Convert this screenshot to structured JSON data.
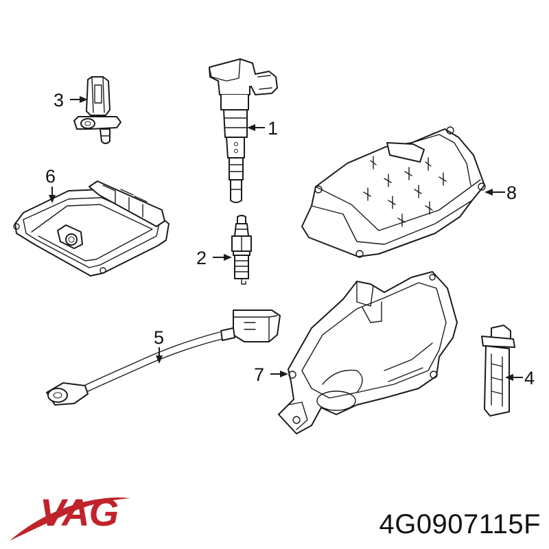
{
  "callouts": [
    "1",
    "2",
    "3",
    "4",
    "5",
    "6",
    "7",
    "8"
  ],
  "brand": {
    "logo_text": "VAG",
    "color": "#c0232b"
  },
  "part_number": "4G0907115F",
  "parts": [
    {
      "callout": "1",
      "icon": "ignition-coil-icon"
    },
    {
      "callout": "2",
      "icon": "spark-plug-icon"
    },
    {
      "callout": "3",
      "icon": "camshaft-sensor-icon"
    },
    {
      "callout": "4",
      "icon": "crankshaft-sensor-icon"
    },
    {
      "callout": "5",
      "icon": "knock-sensor-icon"
    },
    {
      "callout": "6",
      "icon": "engine-control-module-icon"
    },
    {
      "callout": "7",
      "icon": "ecm-housing-icon"
    },
    {
      "callout": "8",
      "icon": "ecm-cover-icon"
    }
  ]
}
